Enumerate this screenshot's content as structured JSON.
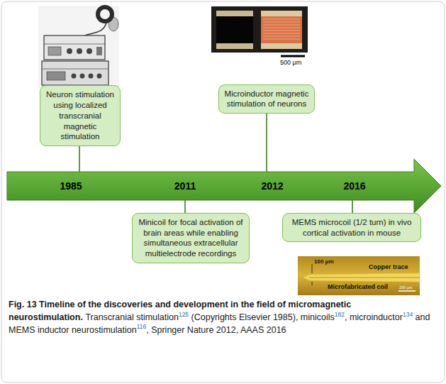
{
  "diagram": {
    "caption": "Fig. 13 Timeline of the discoveries and development in the field of micromagnetic neurostimulation.",
    "nodes": [
      {
        "text": [
          "Neuron stimulation using localized transcranial magnetic stimulation"
        ]
      },
      {
        "text": [
          "Minicoil for focal activation of brain areas while enabling simultaneous extracellular multielectrode recordings"
        ]
      },
      {
        "text": [
          "Microinductor magnetic stimulation of neurons"
        ]
      },
      {
        "text": [
          "MEMS microcoil (1/2 turn) in vivo cortical activation in mouse"
        ]
      }
    ],
    "labels": [
      "1985",
      "2011",
      "2012",
      "2016",
      "500 μm",
      "100 μm",
      "Copper trace",
      "Microfabricated coil",
      "200 μm",
      "Transcranial stimulation",
      "125",
      "(Copyrights Elsevier 1985), minicoils",
      "182",
      ", microinductor",
      "134",
      "and MEMS inductor neurostimulation",
      "116",
      ", Springer Nature 2012, AAAS 2016"
    ]
  }
}
